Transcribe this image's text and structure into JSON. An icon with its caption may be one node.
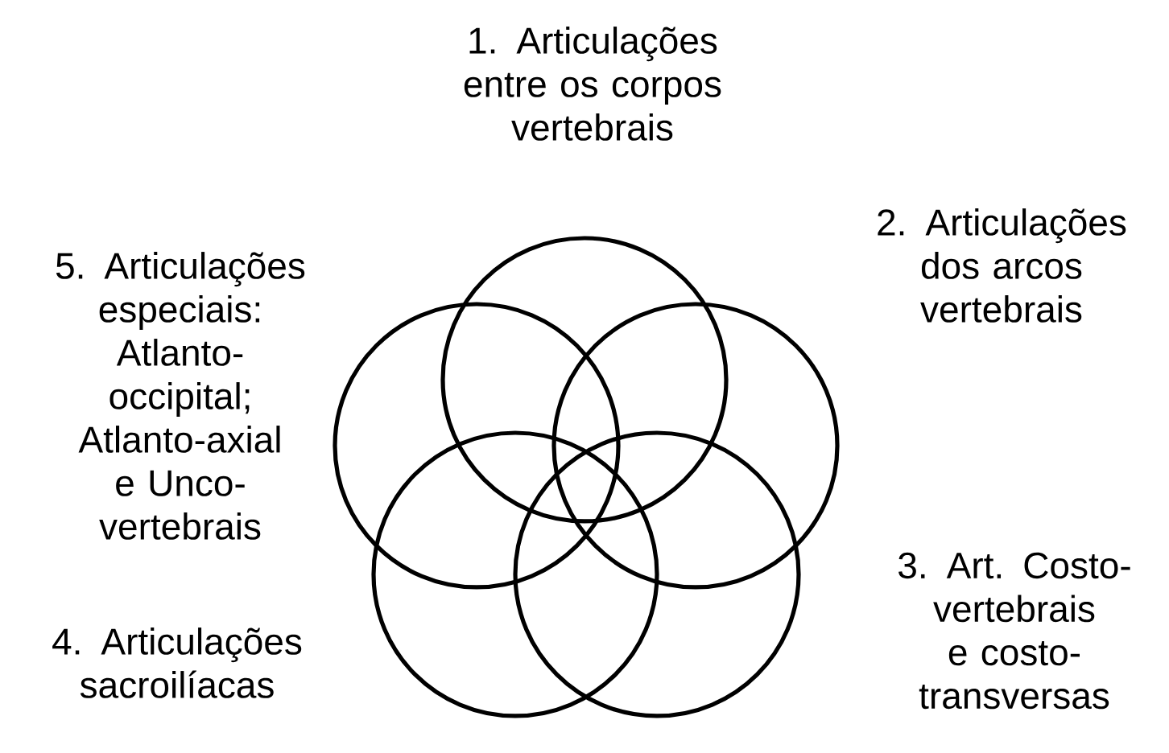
{
  "diagram": {
    "nodes": [
      {
        "text": [
          "1. Articulações entre os corpos vertebrais"
        ]
      },
      {
        "text": [
          "2. Articulações dos arcos vertebrais"
        ]
      },
      {
        "text": [
          "3. Art. Costo-vertebrais e costo-transversas"
        ]
      },
      {
        "text": [
          "4. Articulações sacroilíacas"
        ]
      },
      {
        "text": [
          "5. Articulações especiais: Atlanto-occipital; Atlanto-axial e Unco-vertebrais"
        ]
      }
    ]
  }
}
